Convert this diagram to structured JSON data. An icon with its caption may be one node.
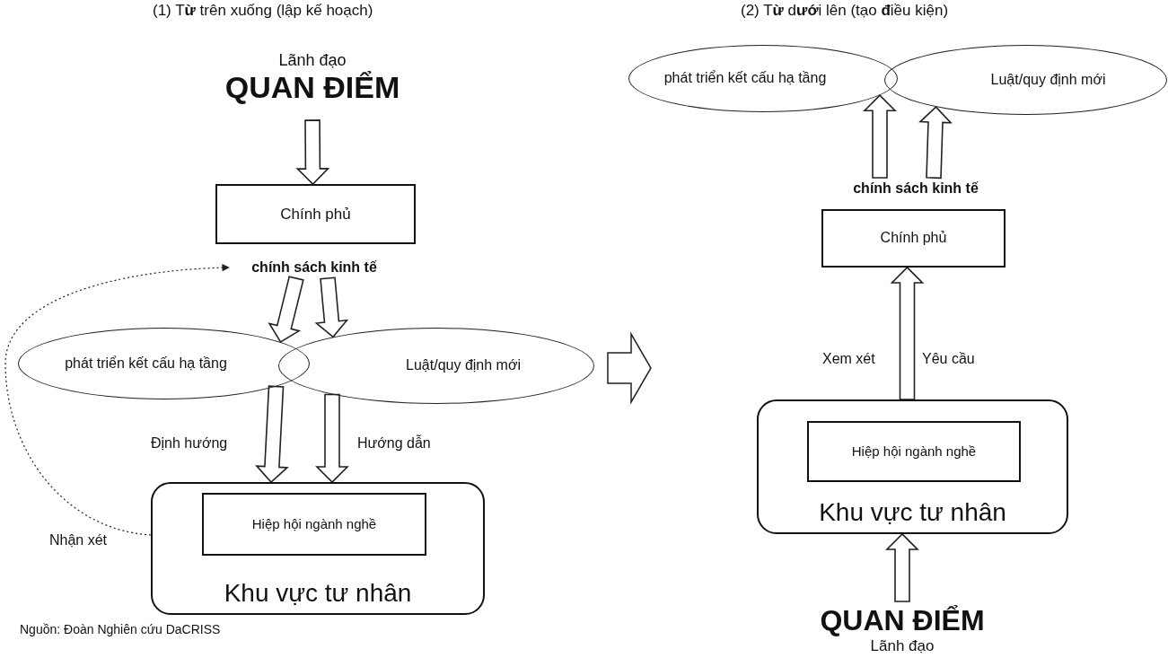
{
  "diagram": {
    "caption": "Nguồn: Đoàn Nghiên cứu DaCRISS",
    "nodes": [
      {
        "text": [
          "Lãnh đạo",
          "QUAN ĐIỂM"
        ]
      },
      {
        "text": [
          "Chính phủ"
        ]
      },
      {
        "text": [
          "chính sách kinh tế"
        ]
      },
      {
        "text": [
          "phát triển kết cấu hạ tầng"
        ]
      },
      {
        "text": [
          "Luật/quy định mới"
        ]
      },
      {
        "text": [
          "Khu vực tư nhân"
        ]
      },
      {
        "text": [
          "Hiệp hội ngành nghề"
        ],
        "in": 5
      },
      {
        "text": [
          "phát triển kết cấu hạ tầng"
        ]
      },
      {
        "text": [
          "Luật/quy định mới"
        ]
      },
      {
        "text": [
          "chính sách kinh tế"
        ]
      },
      {
        "text": [
          "Chính phủ"
        ]
      },
      {
        "text": [
          "Khu vực tư nhân"
        ]
      },
      {
        "text": [
          "Hiệp hội ngành nghề"
        ],
        "in": 11
      },
      {
        "text": [
          "QUAN ĐIỂM",
          "Lãnh đạo"
        ]
      }
    ],
    "edges": [
      {
        "from": 0,
        "to": 1,
        "arrow": "to"
      },
      {
        "from": 2,
        "to": 3,
        "arrow": "to"
      },
      {
        "from": 2,
        "to": 4,
        "arrow": "to"
      },
      {
        "from": 3,
        "to": 5,
        "arrow": "to",
        "label": "Định hướng"
      },
      {
        "from": 4,
        "to": 5,
        "arrow": "to",
        "label": "Hướng dẫn"
      },
      {
        "from": 5,
        "to": 2,
        "arrow": "to",
        "label": "Nhận xét",
        "style": "dashed"
      },
      {
        "from": 9,
        "to": 7,
        "arrow": "to"
      },
      {
        "from": 9,
        "to": 8,
        "arrow": "to"
      },
      {
        "from": 11,
        "to": 10,
        "arrow": "to",
        "label": "Xem xét"
      },
      {
        "from": 13,
        "to": 11,
        "arrow": "to"
      }
    ],
    "labels": [
      "(1) T**ừ** trên xuống (lập kế hoạch)",
      "(2) T**ừ** d**ướ**i lên (tạo **đ**iều kiện)",
      "Yêu cầu"
    ]
  }
}
